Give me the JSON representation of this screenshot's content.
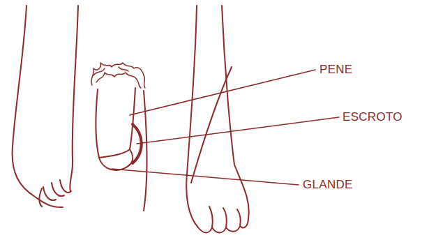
{
  "diagram": {
    "labels": [
      "PENE",
      "ESCROTO",
      "GLANDE"
    ]
  }
}
